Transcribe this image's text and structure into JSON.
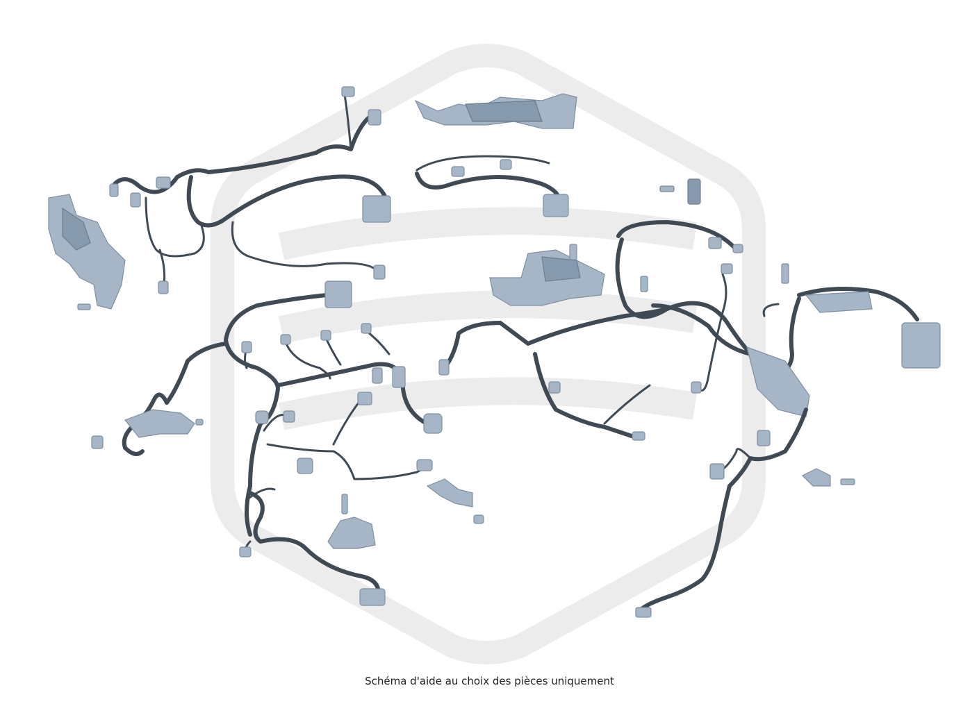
{
  "caption": "Schéma d'aide au choix des pièces uniquement",
  "colors": {
    "background": "#ffffff",
    "watermark": "#ececec",
    "wire": "#3f4a55",
    "part": "#a7b6c6",
    "part_outline": "#7d8fa2"
  },
  "icons": {
    "watermark": "brand-logo-watermark",
    "parts": "wiring-harness-exploded-view"
  }
}
